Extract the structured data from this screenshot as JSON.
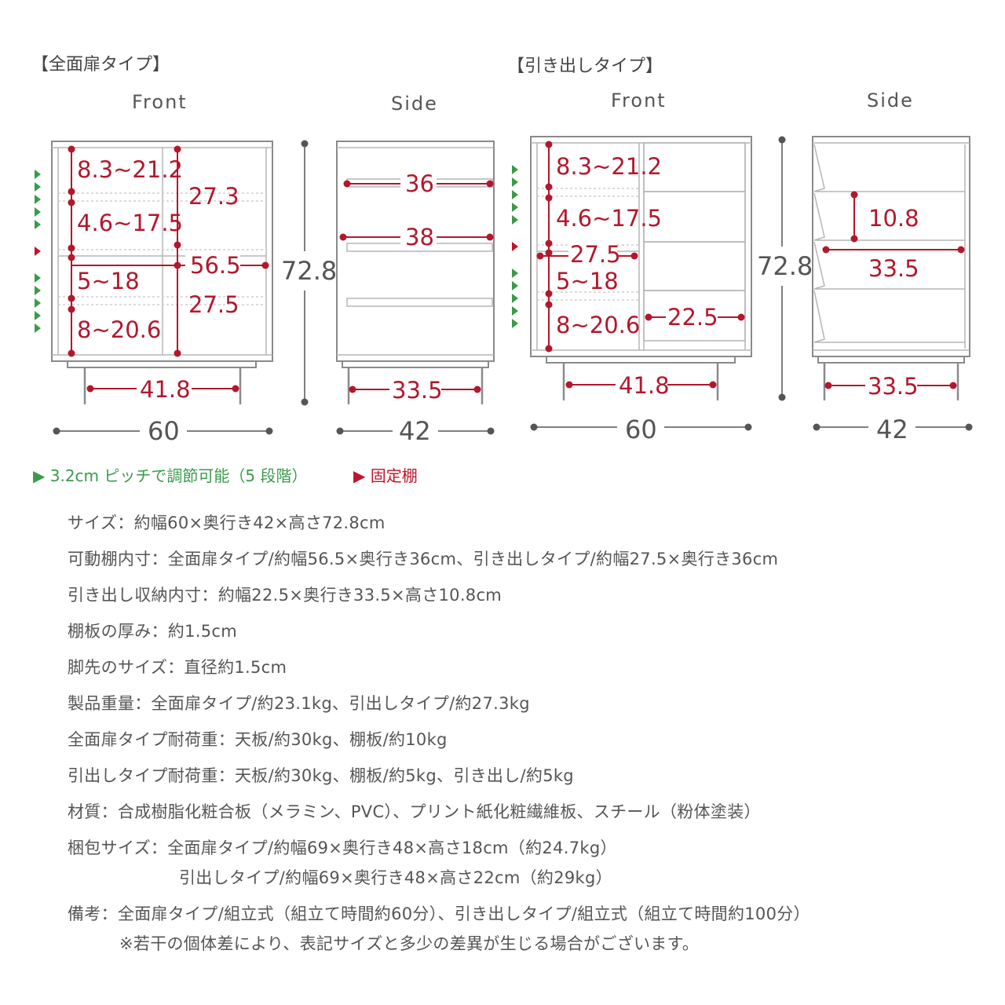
{
  "sections": {
    "door_type": "【全面扉タイプ】",
    "drawer_type": "【引き出しタイプ】"
  },
  "views": {
    "front": "Front",
    "side": "Side"
  },
  "door_front": {
    "compartments": [
      "8.3~21.2",
      "4.6~17.5",
      "5~18",
      "8~20.6"
    ],
    "upper_right": "27.3",
    "inner_width": "56.5",
    "lower_right": "27.5",
    "leg_span": "41.8",
    "width": "60"
  },
  "door_side": {
    "shelf_depth": "36",
    "inner_depth": "38",
    "leg_span": "33.5",
    "depth": "42"
  },
  "door_height": "72.8",
  "drawer_front": {
    "compartments": [
      "8.3~21.2",
      "4.6~17.5",
      "5~18",
      "8~20.6"
    ],
    "shelf_width": "27.5",
    "drawer_width": "22.5",
    "leg_span": "41.8",
    "width": "60"
  },
  "drawer_height": "72.8",
  "drawer_side": {
    "drawer_height": "10.8",
    "drawer_depth": "33.5",
    "leg_span": "33.5",
    "depth": "42"
  },
  "legend": {
    "adjustable": "▶ 3.2cm ピッチで調節可能（5 段階）",
    "fixed": "▶ 固定棚"
  },
  "specs": [
    "サイズ：約幅60×奥行き42×高さ72.8cm",
    "可動棚内寸：全面扉タイプ/約幅56.5×奥行き36cm、引き出しタイプ/約幅27.5×奥行き36cm",
    "引き出し収納内寸：約幅22.5×奥行き33.5×高さ10.8cm",
    "棚板の厚み：約1.5cm",
    "脚先のサイズ：直径約1.5cm",
    "製品重量：全面扉タイプ/約23.1kg、引出しタイプ/約27.3kg",
    "全面扉タイプ耐荷重：天板/約30kg、棚板/約10kg",
    "引出しタイプ耐荷重：天板/約30kg、棚板/約5kg、引き出し/約5kg",
    "材質：合成樹脂化粧合板（メラミン、PVC）、プリント紙化粧繊維板、スチール（粉体塗装）",
    "梱包サイズ：全面扉タイプ/約幅69×奥行き48×高さ18cm（約24.7kg）",
    "引出しタイプ/約幅69×奥行き48×高さ22cm（約29kg）",
    "備考：全面扉タイプ/組立式（組立て時間約60分）、引き出しタイプ/組立式（組立て時間約100分）",
    "※若干の個体差により、表記サイズと多少の差異が生じる場合がございます。"
  ],
  "colors": {
    "dimension_red": "#b3172c",
    "adjustable_green": "#3a9a4a",
    "line_gray": "#555555",
    "outline": "#888888"
  }
}
